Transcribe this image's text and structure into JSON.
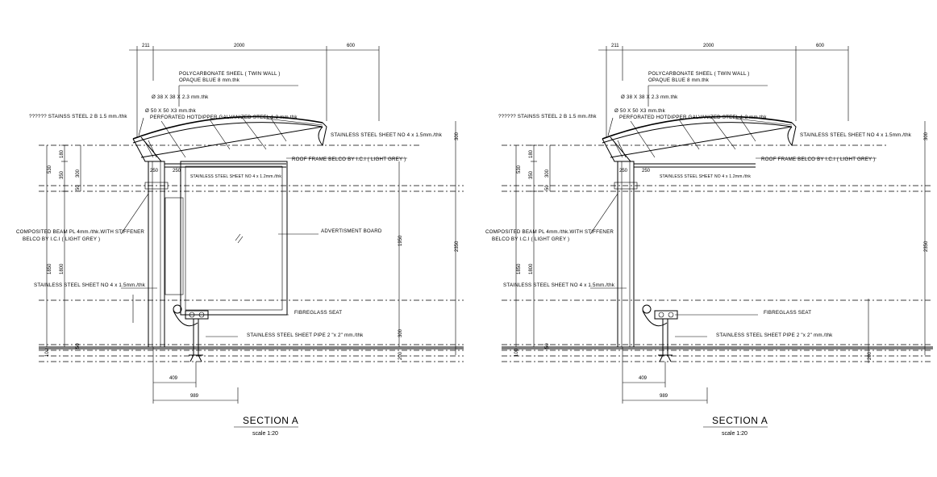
{
  "drawings": [
    {
      "title": "SECTION A",
      "scale": "scale  1:20",
      "dims_top": [
        "211",
        "2000",
        "600"
      ],
      "dims_left": [
        "530",
        "180",
        "350",
        "300",
        "50",
        "1850",
        "1800",
        "100",
        "50"
      ],
      "dims_right": [
        "300",
        "1950",
        "2350",
        "300",
        "200"
      ],
      "dims_bottom": [
        "409",
        "989"
      ],
      "dim_250a": "250",
      "dim_250b": "250",
      "labels": {
        "polycarbonate": "POLYCARBONATE SHEEL ( TWIN WALL )",
        "opaque": "OPAQUE BLUE 8 mm.thk",
        "tube38": "Ø 38 X 38  X 2.3 mm.thk",
        "tube50": "Ø 50 X 50 X3 mm.thk",
        "perforated": "PERFORATED HOTDIPPER GALVANIZED STEEL 1.2 mm.thk",
        "stainss": "?????? STAINSS STEEL  2 B 1.5 mm./thk",
        "stainless_top": "STAINLESS STEEL SHEET NO 4  x 1.5mm./thk",
        "roof_frame": "ROOF FRAME BELCO BY I.C.I ( LIGHT GREY )",
        "stainless_small": "STAINLESS STEEL SHEET NO 4  x 1.2mm./thk",
        "composited1": "COMPOSITED BEAM PL 4mm./thk.WITH STIFFENER",
        "composited2": "BELCO BY  I.C.I ( LIGHT GREY )",
        "advertisment": "ADVERTISMENT BOARD",
        "stainless_mid": "STAINLESS STEEL SHEET NO 4  x 1.5mm./thk",
        "fibreglass": "FIBREGLASS SEAT",
        "pipe": "STAINLESS STEEL SHEET  PIPE 2 \"x 2\" mm./thk"
      }
    },
    {
      "title": "SECTION A",
      "scale": "scale  1:20",
      "dims_top": [
        "211",
        "2000",
        "600"
      ],
      "dims_left": [
        "530",
        "180",
        "350",
        "300",
        "50",
        "1850",
        "1800",
        "100",
        "50"
      ],
      "dims_right": [
        "300",
        "2350",
        "200"
      ],
      "dims_bottom": [
        "409",
        "989"
      ],
      "dim_250a": "250",
      "dim_250b": "250",
      "labels": {
        "polycarbonate": "POLYCARBONATE SHEEL ( TWIN WALL )",
        "opaque": "OPAQUE BLUE 8 mm.thk",
        "tube38": "Ø 38 X 38  X 2.3 mm.thk",
        "tube50": "Ø 50 X 50 X3 mm.thk",
        "perforated": "PERFORATED HOTDIPPER GALVANIZED STEEL 1.2 mm.thk",
        "stainss": "?????? STAINSS STEEL  2 B 1.5 mm./thk",
        "stainless_top": "STAINLESS STEEL SHEET NO 4  x 1.5mm./thk",
        "roof_frame": "ROOF FRAME BELCO BY I.C.I ( LIGHT GREY )",
        "stainless_small": "STAINLESS STEEL SHEET NO 4  x 1.2mm./thk",
        "composited1": "COMPOSITED BEAM PL 4mm./thk.WITH STIFFENER",
        "composited2": "BELCO BY  I.C.I ( LIGHT GREY )",
        "advertisment": "",
        "stainless_mid": "STAINLESS STEEL SHEET NO 4  x 1.5mm./thk",
        "fibreglass": "FIBREGLASS SEAT",
        "pipe": "STAINLESS STEEL SHEET  PIPE 2 \"x 2\" mm./thk"
      }
    }
  ]
}
